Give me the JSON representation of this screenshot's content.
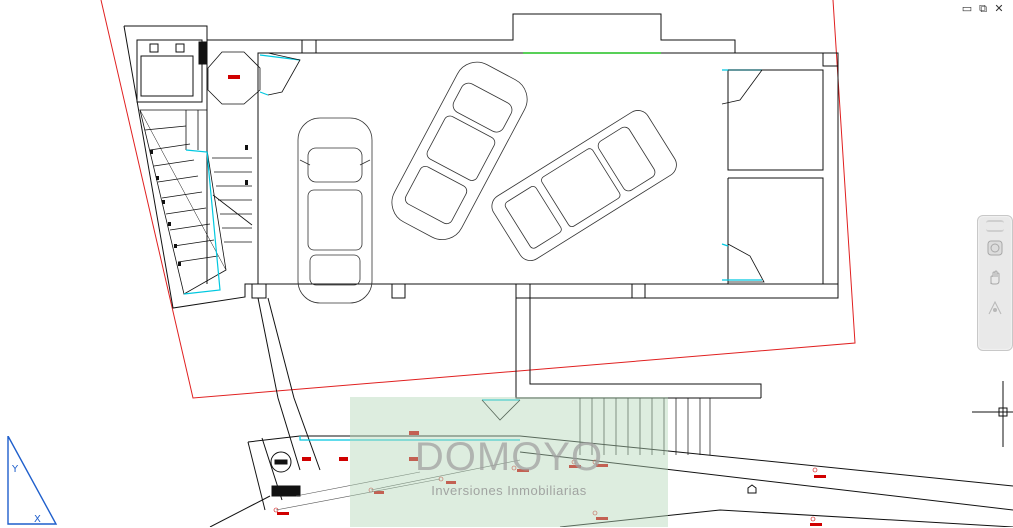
{
  "window": {
    "minimize_icon": "minimize-icon",
    "restore_icon": "restore-icon",
    "close_icon": "close-icon",
    "minimize_glyph": "▭",
    "restore_glyph": "⧉",
    "close_glyph": "✕"
  },
  "navigation_bar": {
    "tools": [
      "steering-wheel-icon",
      "pan-hand-icon",
      "zoom-icon"
    ]
  },
  "watermark": {
    "brand": "DOMOYO",
    "tagline": "Inversiones Inmobiliarias"
  },
  "drawing": {
    "colors": {
      "linework": "#111111",
      "property_line": "#e02020",
      "opening": "#00c8e0",
      "gate": "#20c020",
      "tag": "#d00000",
      "car": "#333333"
    },
    "entities": [
      "stair",
      "elevator",
      "garage",
      "car",
      "car",
      "car",
      "parking-bay",
      "parking-bay",
      "ramp-stair"
    ]
  }
}
